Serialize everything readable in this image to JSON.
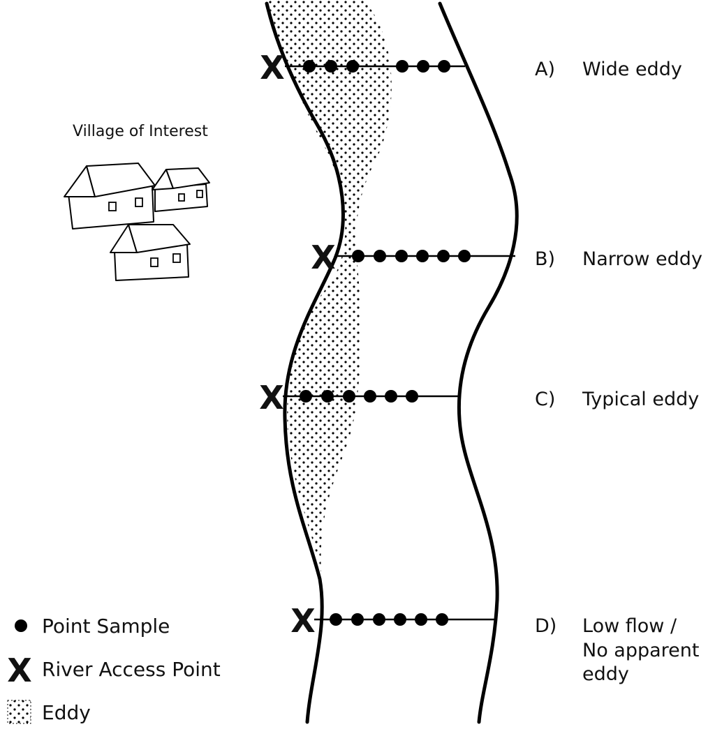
{
  "village": {
    "title": "Village of Interest"
  },
  "transects": [
    {
      "letter": "A)",
      "name": "Wide eddy",
      "samples": 6
    },
    {
      "letter": "B)",
      "name": "Narrow eddy",
      "samples": 6
    },
    {
      "letter": "C)",
      "name": "Typical eddy",
      "samples": 6
    },
    {
      "letter": "D)",
      "name": "Low flow /",
      "name_line2": "No apparent",
      "name_line3": "eddy",
      "samples": 6
    }
  ],
  "legend": {
    "point_sample": "Point Sample",
    "access_point_symbol": "X",
    "access_point": "River Access Point",
    "eddy": "Eddy"
  },
  "icons": [
    "house-icon",
    "point-sample-icon",
    "access-point-icon",
    "eddy-pattern-icon"
  ]
}
